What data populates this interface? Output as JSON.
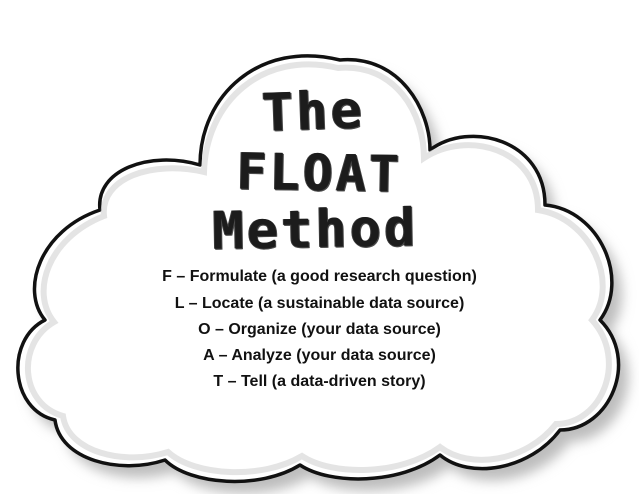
{
  "title": {
    "line1": "The",
    "line2": "FLOAT",
    "line3": "Method"
  },
  "steps": [
    {
      "text": "F – Formulate (a good research question)"
    },
    {
      "text": "L – Locate (a sustainable data source)"
    },
    {
      "text": "O – Organize (your data source)"
    },
    {
      "text": "A – Analyze (your data source)"
    },
    {
      "text": "T – Tell (a data-driven story)"
    }
  ],
  "colors": {
    "cloud_fill": "#ffffff",
    "cloud_outline": "#111111",
    "cloud_shadow": "#b8b8b8",
    "text": "#111111"
  }
}
